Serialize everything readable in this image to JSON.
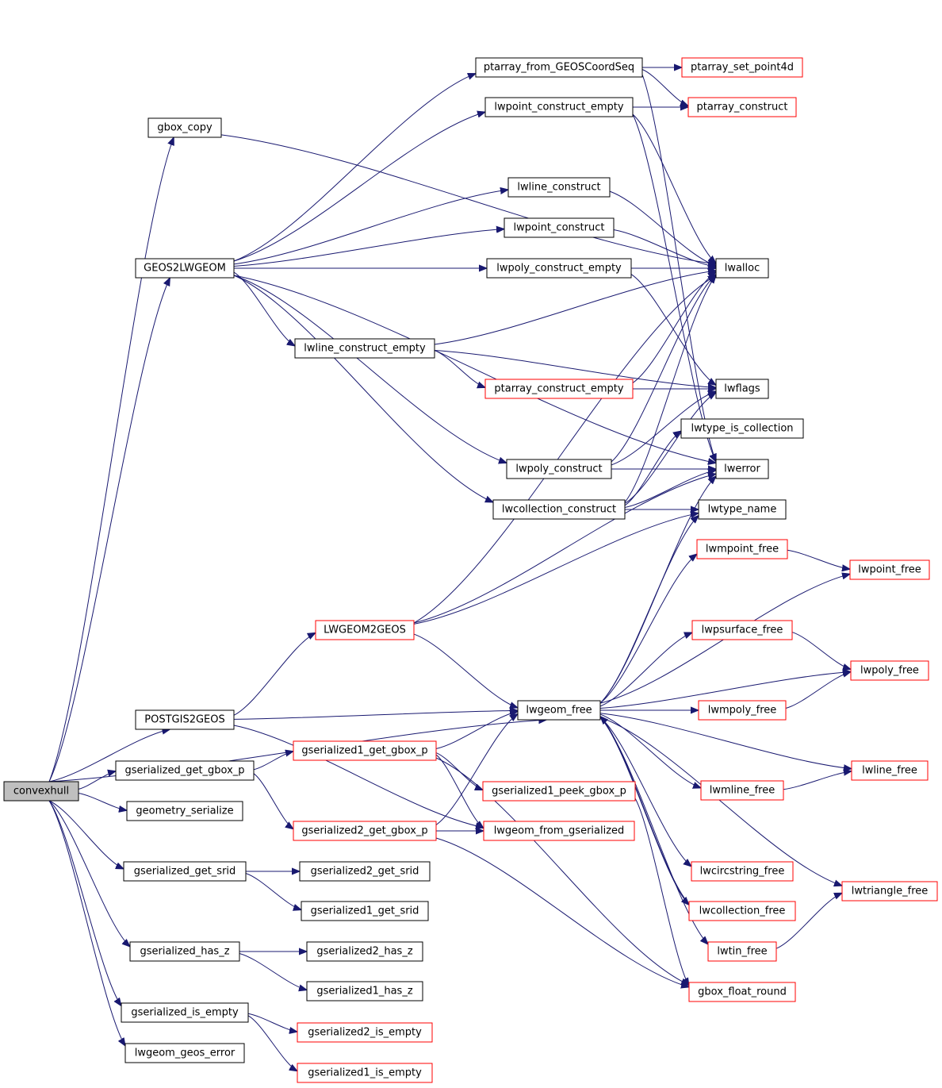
{
  "colors": {
    "edge": "#191970",
    "node_border_documented": "#000000",
    "node_border_undocumented": "#ff0000",
    "root_fill": "#bfbfbf"
  },
  "root": "convexhull",
  "nodes": [
    {
      "id": "convexhull",
      "label": "convexhull",
      "border": "root"
    },
    {
      "id": "gbox_copy",
      "label": "gbox_copy",
      "border": "black"
    },
    {
      "id": "GEOS2LWGEOM",
      "label": "GEOS2LWGEOM",
      "border": "black"
    },
    {
      "id": "ptarray_from_GEOSCoordSeq",
      "label": "ptarray_from_GEOSCoordSeq",
      "border": "black"
    },
    {
      "id": "ptarray_set_point4d",
      "label": "ptarray_set_point4d",
      "border": "red"
    },
    {
      "id": "lwpoint_construct_empty",
      "label": "lwpoint_construct_empty",
      "border": "black"
    },
    {
      "id": "ptarray_construct",
      "label": "ptarray_construct",
      "border": "red"
    },
    {
      "id": "lwline_construct",
      "label": "lwline_construct",
      "border": "black"
    },
    {
      "id": "lwpoint_construct",
      "label": "lwpoint_construct",
      "border": "black"
    },
    {
      "id": "lwalloc",
      "label": "lwalloc",
      "border": "black"
    },
    {
      "id": "lwpoly_construct_empty",
      "label": "lwpoly_construct_empty",
      "border": "black"
    },
    {
      "id": "lwline_construct_empty",
      "label": "lwline_construct_empty",
      "border": "black"
    },
    {
      "id": "ptarray_construct_empty",
      "label": "ptarray_construct_empty",
      "border": "red"
    },
    {
      "id": "lwflags",
      "label": "lwflags",
      "border": "black"
    },
    {
      "id": "lwtype_is_collection",
      "label": "lwtype_is_collection",
      "border": "black"
    },
    {
      "id": "lwpoly_construct",
      "label": "lwpoly_construct",
      "border": "black"
    },
    {
      "id": "lwerror",
      "label": "lwerror",
      "border": "black"
    },
    {
      "id": "lwcollection_construct",
      "label": "lwcollection_construct",
      "border": "black"
    },
    {
      "id": "lwtype_name",
      "label": "lwtype_name",
      "border": "black"
    },
    {
      "id": "lwmpoint_free",
      "label": "lwmpoint_free",
      "border": "red"
    },
    {
      "id": "lwpoint_free",
      "label": "lwpoint_free",
      "border": "red"
    },
    {
      "id": "LWGEOM2GEOS",
      "label": "LWGEOM2GEOS",
      "border": "red"
    },
    {
      "id": "lwpsurface_free",
      "label": "lwpsurface_free",
      "border": "red"
    },
    {
      "id": "lwpoly_free",
      "label": "lwpoly_free",
      "border": "red"
    },
    {
      "id": "POSTGIS2GEOS",
      "label": "POSTGIS2GEOS",
      "border": "black"
    },
    {
      "id": "lwgeom_free",
      "label": "lwgeom_free",
      "border": "black"
    },
    {
      "id": "lwmpoly_free",
      "label": "lwmpoly_free",
      "border": "red"
    },
    {
      "id": "gserialized1_get_gbox_p",
      "label": "gserialized1_get_gbox_p",
      "border": "red"
    },
    {
      "id": "gserialized_get_gbox_p",
      "label": "gserialized_get_gbox_p",
      "border": "black"
    },
    {
      "id": "lwline_free",
      "label": "lwline_free",
      "border": "red"
    },
    {
      "id": "lwmline_free",
      "label": "lwmline_free",
      "border": "red"
    },
    {
      "id": "gserialized1_peek_gbox_p",
      "label": "gserialized1_peek_gbox_p",
      "border": "red"
    },
    {
      "id": "geometry_serialize",
      "label": "geometry_serialize",
      "border": "black"
    },
    {
      "id": "gserialized2_get_gbox_p",
      "label": "gserialized2_get_gbox_p",
      "border": "red"
    },
    {
      "id": "lwgeom_from_gserialized",
      "label": "lwgeom_from_gserialized",
      "border": "red"
    },
    {
      "id": "gserialized_get_srid",
      "label": "gserialized_get_srid",
      "border": "black"
    },
    {
      "id": "gserialized2_get_srid",
      "label": "gserialized2_get_srid",
      "border": "black"
    },
    {
      "id": "lwcircstring_free",
      "label": "lwcircstring_free",
      "border": "red"
    },
    {
      "id": "lwtriangle_free",
      "label": "lwtriangle_free",
      "border": "red"
    },
    {
      "id": "gserialized1_get_srid",
      "label": "gserialized1_get_srid",
      "border": "black"
    },
    {
      "id": "lwcollection_free",
      "label": "lwcollection_free",
      "border": "red"
    },
    {
      "id": "gserialized_has_z",
      "label": "gserialized_has_z",
      "border": "black"
    },
    {
      "id": "gserialized2_has_z",
      "label": "gserialized2_has_z",
      "border": "black"
    },
    {
      "id": "lwtin_free",
      "label": "lwtin_free",
      "border": "red"
    },
    {
      "id": "gserialized1_has_z",
      "label": "gserialized1_has_z",
      "border": "black"
    },
    {
      "id": "gbox_float_round",
      "label": "gbox_float_round",
      "border": "red"
    },
    {
      "id": "gserialized_is_empty",
      "label": "gserialized_is_empty",
      "border": "black"
    },
    {
      "id": "gserialized2_is_empty",
      "label": "gserialized2_is_empty",
      "border": "red"
    },
    {
      "id": "lwgeom_geos_error",
      "label": "lwgeom_geos_error",
      "border": "black"
    },
    {
      "id": "gserialized1_is_empty",
      "label": "gserialized1_is_empty",
      "border": "red"
    }
  ],
  "edges": [
    [
      "convexhull",
      "gbox_copy"
    ],
    [
      "convexhull",
      "GEOS2LWGEOM"
    ],
    [
      "convexhull",
      "lwgeom_free"
    ],
    [
      "convexhull",
      "POSTGIS2GEOS"
    ],
    [
      "convexhull",
      "gserialized_get_gbox_p"
    ],
    [
      "convexhull",
      "geometry_serialize"
    ],
    [
      "convexhull",
      "gserialized_get_srid"
    ],
    [
      "convexhull",
      "gserialized_has_z"
    ],
    [
      "convexhull",
      "gserialized_is_empty"
    ],
    [
      "convexhull",
      "lwgeom_geos_error"
    ],
    [
      "gbox_copy",
      "lwalloc"
    ],
    [
      "GEOS2LWGEOM",
      "ptarray_from_GEOSCoordSeq"
    ],
    [
      "GEOS2LWGEOM",
      "lwpoint_construct_empty"
    ],
    [
      "GEOS2LWGEOM",
      "lwalloc"
    ],
    [
      "GEOS2LWGEOM",
      "lwline_construct"
    ],
    [
      "GEOS2LWGEOM",
      "lwpoint_construct"
    ],
    [
      "GEOS2LWGEOM",
      "lwpoly_construct_empty"
    ],
    [
      "GEOS2LWGEOM",
      "lwline_construct_empty"
    ],
    [
      "GEOS2LWGEOM",
      "lwpoly_construct"
    ],
    [
      "GEOS2LWGEOM",
      "lwcollection_construct"
    ],
    [
      "GEOS2LWGEOM",
      "lwerror"
    ],
    [
      "ptarray_from_GEOSCoordSeq",
      "ptarray_set_point4d"
    ],
    [
      "ptarray_from_GEOSCoordSeq",
      "ptarray_construct"
    ],
    [
      "ptarray_from_GEOSCoordSeq",
      "lwerror"
    ],
    [
      "lwpoint_construct_empty",
      "ptarray_construct"
    ],
    [
      "lwpoint_construct_empty",
      "lwalloc"
    ],
    [
      "lwpoint_construct_empty",
      "lwerror"
    ],
    [
      "lwline_construct",
      "lwalloc"
    ],
    [
      "lwpoint_construct",
      "lwalloc"
    ],
    [
      "lwpoly_construct_empty",
      "lwalloc"
    ],
    [
      "lwpoly_construct_empty",
      "lwflags"
    ],
    [
      "lwline_construct_empty",
      "lwalloc"
    ],
    [
      "lwline_construct_empty",
      "ptarray_construct_empty"
    ],
    [
      "lwline_construct_empty",
      "lwflags"
    ],
    [
      "ptarray_construct_empty",
      "lwalloc"
    ],
    [
      "ptarray_construct_empty",
      "lwflags"
    ],
    [
      "lwpoly_construct",
      "lwalloc"
    ],
    [
      "lwpoly_construct",
      "lwflags"
    ],
    [
      "lwpoly_construct",
      "lwerror"
    ],
    [
      "lwcollection_construct",
      "lwalloc"
    ],
    [
      "lwcollection_construct",
      "lwflags"
    ],
    [
      "lwcollection_construct",
      "lwtype_is_collection"
    ],
    [
      "lwcollection_construct",
      "lwerror"
    ],
    [
      "lwcollection_construct",
      "lwtype_name"
    ],
    [
      "lwmpoint_free",
      "lwpoint_free"
    ],
    [
      "LWGEOM2GEOS",
      "lwalloc"
    ],
    [
      "LWGEOM2GEOS",
      "lwgeom_free"
    ],
    [
      "LWGEOM2GEOS",
      "lwtype_name"
    ],
    [
      "LWGEOM2GEOS",
      "lwerror"
    ],
    [
      "lwpsurface_free",
      "lwpoly_free"
    ],
    [
      "POSTGIS2GEOS",
      "LWGEOM2GEOS"
    ],
    [
      "POSTGIS2GEOS",
      "lwgeom_free"
    ],
    [
      "POSTGIS2GEOS",
      "lwgeom_from_gserialized"
    ],
    [
      "lwgeom_free",
      "lwpoint_free"
    ],
    [
      "lwgeom_free",
      "lwmpoint_free"
    ],
    [
      "lwgeom_free",
      "lwpsurface_free"
    ],
    [
      "lwgeom_free",
      "lwpoly_free"
    ],
    [
      "lwgeom_free",
      "lwmpoly_free"
    ],
    [
      "lwgeom_free",
      "lwline_free"
    ],
    [
      "lwgeom_free",
      "lwmline_free"
    ],
    [
      "lwgeom_free",
      "lwcircstring_free"
    ],
    [
      "lwgeom_free",
      "lwtriangle_free"
    ],
    [
      "lwgeom_free",
      "lwcollection_free"
    ],
    [
      "lwgeom_free",
      "lwtin_free"
    ],
    [
      "lwgeom_free",
      "lwtype_name"
    ],
    [
      "lwgeom_free",
      "lwerror"
    ],
    [
      "lwmpoly_free",
      "lwpoly_free"
    ],
    [
      "gserialized_get_gbox_p",
      "gserialized1_get_gbox_p"
    ],
    [
      "gserialized_get_gbox_p",
      "gserialized2_get_gbox_p"
    ],
    [
      "gserialized1_get_gbox_p",
      "lwgeom_free"
    ],
    [
      "gserialized1_get_gbox_p",
      "gserialized1_peek_gbox_p"
    ],
    [
      "gserialized1_get_gbox_p",
      "lwgeom_from_gserialized"
    ],
    [
      "gserialized1_get_gbox_p",
      "gbox_float_round"
    ],
    [
      "gserialized1_peek_gbox_p",
      "gbox_float_round"
    ],
    [
      "lwmline_free",
      "lwline_free"
    ],
    [
      "gserialized2_get_gbox_p",
      "lwgeom_free"
    ],
    [
      "gserialized2_get_gbox_p",
      "lwgeom_from_gserialized"
    ],
    [
      "gserialized2_get_gbox_p",
      "gbox_float_round"
    ],
    [
      "gserialized_get_srid",
      "gserialized2_get_srid"
    ],
    [
      "gserialized_get_srid",
      "gserialized1_get_srid"
    ],
    [
      "lwcollection_free",
      "lwgeom_free"
    ],
    [
      "gserialized_has_z",
      "gserialized2_has_z"
    ],
    [
      "gserialized_has_z",
      "gserialized1_has_z"
    ],
    [
      "lwtin_free",
      "lwtriangle_free"
    ],
    [
      "gserialized_is_empty",
      "gserialized2_is_empty"
    ],
    [
      "gserialized_is_empty",
      "gserialized1_is_empty"
    ]
  ]
}
